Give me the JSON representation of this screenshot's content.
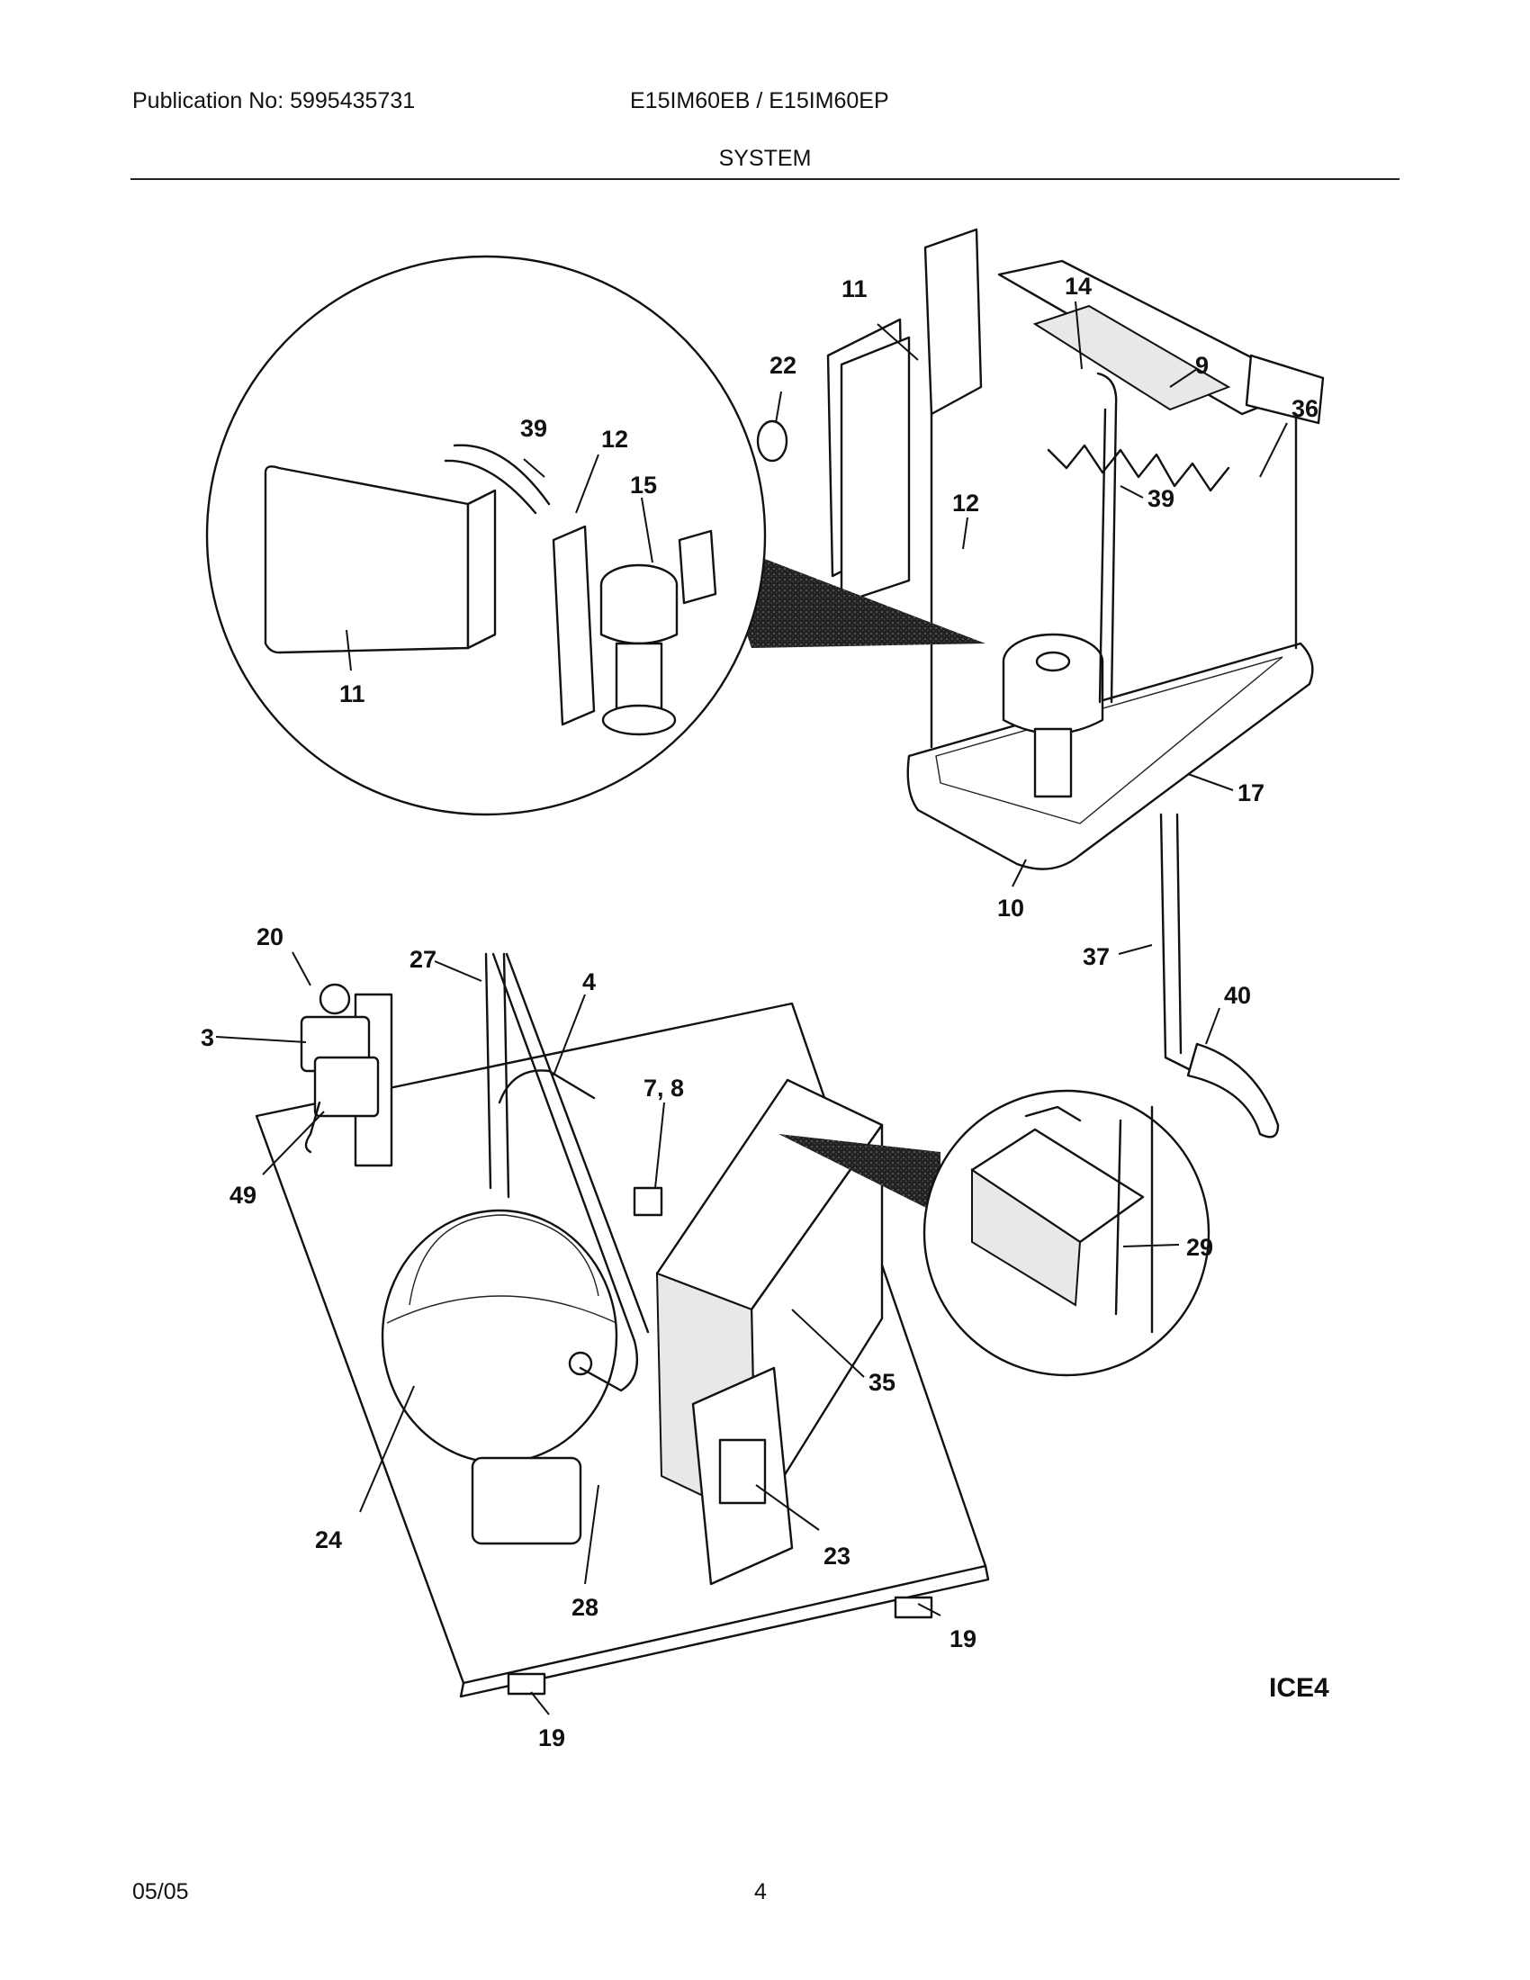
{
  "header": {
    "publication": "Publication No: 5995435731",
    "models": "E15IM60EB / E15IM60EP",
    "section": "SYSTEM"
  },
  "footer": {
    "date": "05/05",
    "page": "4"
  },
  "diagram": {
    "code": "ICE4",
    "callouts": [
      "14",
      "11",
      "22",
      "9",
      "36",
      "39",
      "12",
      "15",
      "39",
      "12",
      "11",
      "17",
      "10",
      "37",
      "40",
      "20",
      "27",
      "4",
      "3",
      "7, 8",
      "49",
      "29",
      "35",
      "24",
      "23",
      "28",
      "19",
      "19"
    ]
  }
}
